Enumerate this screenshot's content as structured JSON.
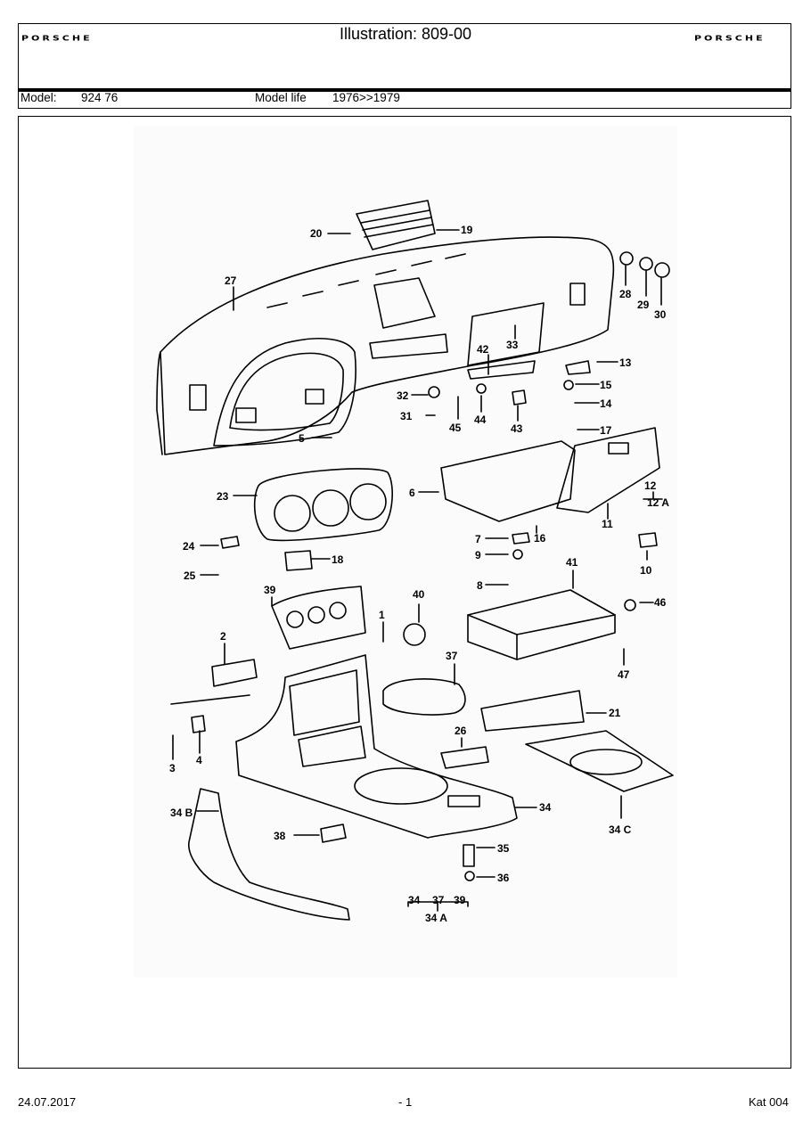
{
  "header": {
    "brand": "PORSCHE",
    "title": "Illustration: 809-00",
    "model_label": "Model:",
    "model_value": "924 76",
    "model_life_label": "Model life",
    "model_life_value": "1976>>1979"
  },
  "callouts": {
    "c1": "1",
    "c2": "2",
    "c3": "3",
    "c4": "4",
    "c5": "5",
    "c6": "6",
    "c7": "7",
    "c8": "8",
    "c9": "9",
    "c10": "10",
    "c11": "11",
    "c12": "12",
    "c12a": "12 A",
    "c13": "13",
    "c14": "14",
    "c15": "15",
    "c16": "16",
    "c17": "17",
    "c18": "18",
    "c19": "19",
    "c20": "20",
    "c21": "21",
    "c23": "23",
    "c24": "24",
    "c25": "25",
    "c26": "26",
    "c27": "27",
    "c28": "28",
    "c29": "29",
    "c30": "30",
    "c31": "31",
    "c32": "32",
    "c33": "33",
    "c34": "34",
    "c34b": "34 B",
    "c34c": "34 C",
    "c35": "35",
    "c36": "36",
    "c37": "37",
    "c38": "38",
    "c39": "39",
    "c40": "40",
    "c41": "41",
    "c42": "42",
    "c43": "43",
    "c44": "44",
    "c45": "45",
    "c46": "46",
    "c47": "47",
    "group_a": "34",
    "group_b": "37",
    "group_c": "39",
    "group_label": "34 A"
  },
  "footer": {
    "date": "24.07.2017",
    "page": "- 1",
    "catalog": "Kat 004"
  }
}
